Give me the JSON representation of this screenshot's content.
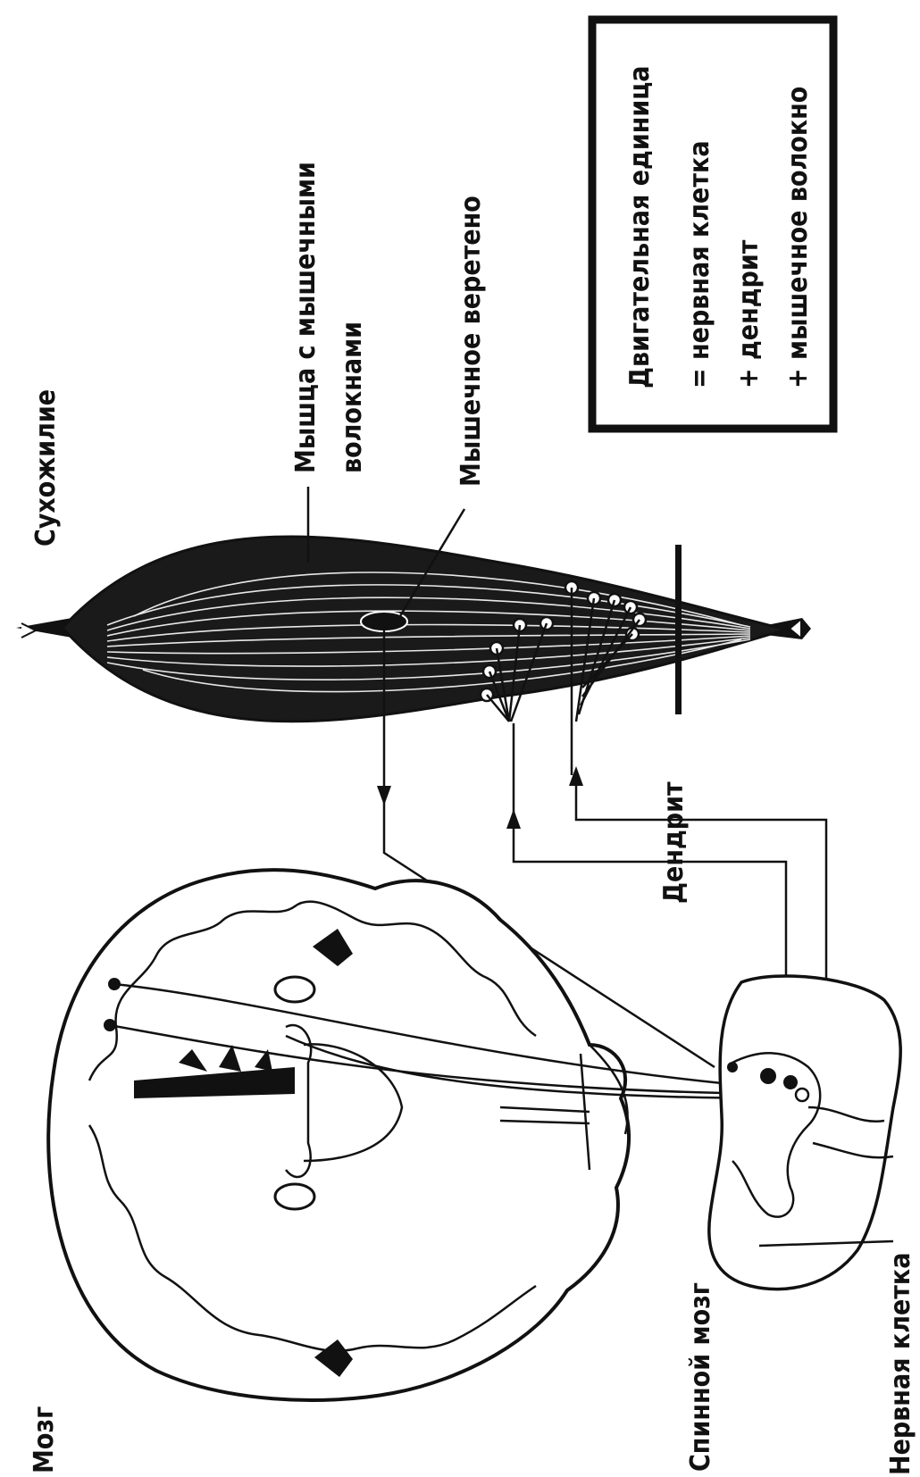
{
  "labels": {
    "tendon": "Сухожилие",
    "muscle_line1": "Мышца с мышечными",
    "muscle_line2": "волокнами",
    "spindle": "Мышечное веретено",
    "dendrite": "Дендрит",
    "brain": "Мозг",
    "spinal_cord": "Спинной мозг",
    "nerve_cell": "Нервная клетка"
  },
  "legend": {
    "title": "Двигательная единица",
    "items": [
      "= нервная клетка",
      "+ дендрит",
      "+ мышечное волокно"
    ]
  }
}
